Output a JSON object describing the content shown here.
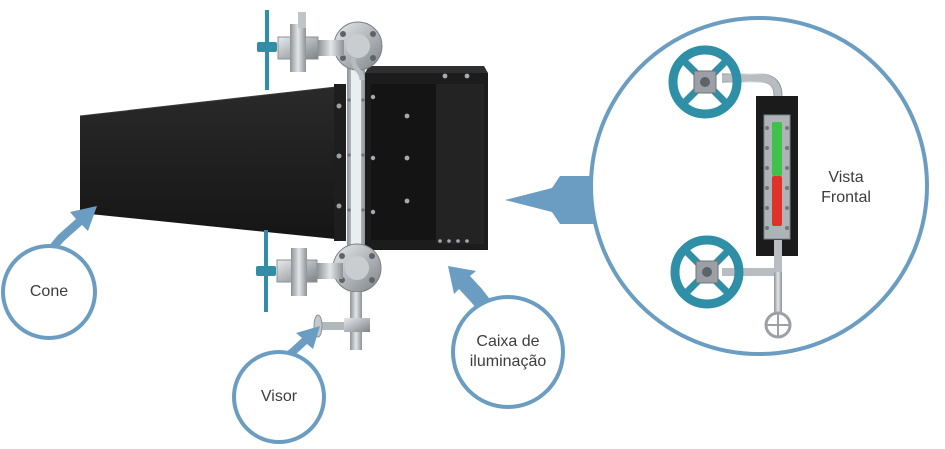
{
  "labels": {
    "cone": "Cone",
    "visor": "Visor",
    "caixa_line1": "Caixa de",
    "caixa_line2": "iluminação",
    "vista_line1": "Vista",
    "vista_line2": "Frontal"
  },
  "colors": {
    "accent": "#6b9dc2",
    "bubble_stroke": "#6b9dc2",
    "valve": "#2e8fa6",
    "body_dark": "#1c1c1c",
    "steel": "#b9bec2",
    "level_green": "#3fc24a",
    "level_red": "#e0322b"
  },
  "icons": [
    "valve-wheel-icon",
    "flange-icon",
    "arrow-icon"
  ]
}
